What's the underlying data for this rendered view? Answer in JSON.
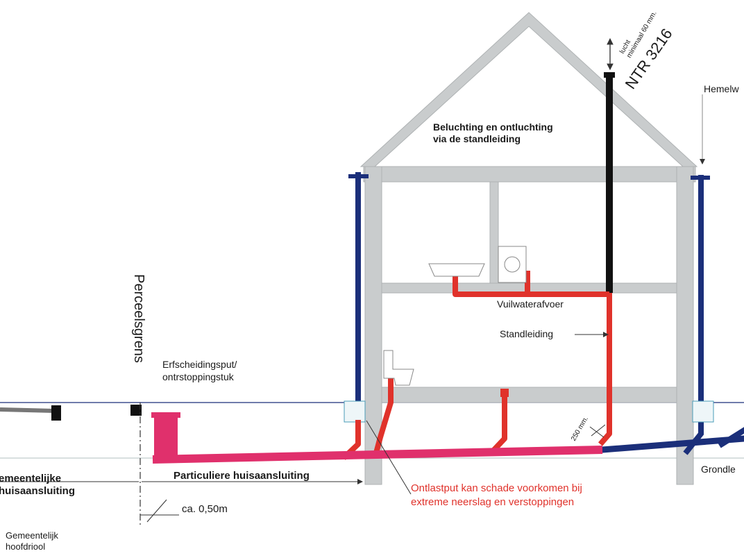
{
  "labels": {
    "lucht": "lucht",
    "minimaal": "minimaal 60 mm.",
    "ntr": "NTR 3216",
    "hemel": "Hemelw",
    "beluchting_1": "Beluchting en ontluchting",
    "beluchting_2": "via de standleiding",
    "perceelsgrens": "Perceelsgrens",
    "erfscheiding_1": "Erfscheidingsput/",
    "erfscheiding_2": "ontrstoppingstuk",
    "vuilwater": "Vuilwaterafvoer",
    "standleiding": "Standleiding",
    "maat_250": "250 mm.",
    "gemeentelijke_1": "emeentelijke",
    "gemeentelijke_2": "huisaansluiting",
    "particuliere": "Particuliere huisaansluiting",
    "ca": "ca. 0,50m",
    "ontlast_1": "Ontlastput kan schade voorkomen bij",
    "ontlast_2": "extreme neerslag en verstoppingen",
    "grondle": "Grondle",
    "hoofdriool_1": "Gemeentelijk",
    "hoofdriool_2": "hoofdriool"
  },
  "colors": {
    "wall": "#c9cccd",
    "roof": "#c9cccd",
    "sewage_pipe": "#e0322b",
    "main_pipe": "#e0306c",
    "rainwater_pipe": "#1b2f7a",
    "vent_pipe": "#111111",
    "warning_text": "#e0322b"
  }
}
